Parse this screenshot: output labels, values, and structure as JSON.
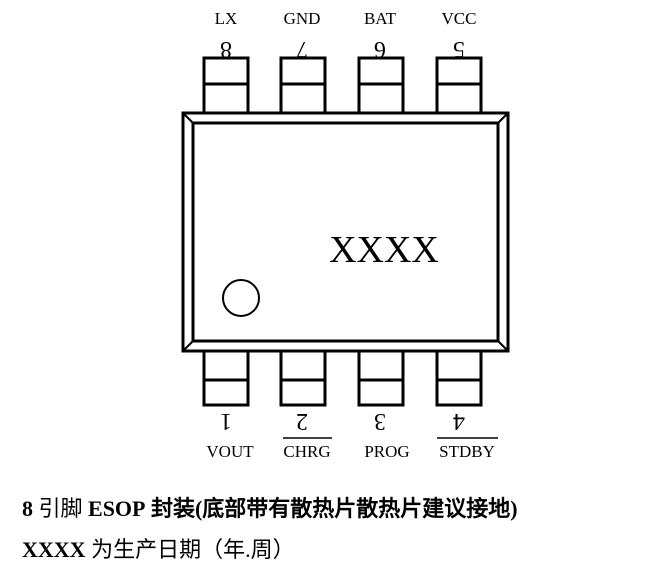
{
  "package": {
    "marking": "XXXX",
    "top_pins": [
      {
        "number": "8",
        "name": "LX"
      },
      {
        "number": "7",
        "name": "GND"
      },
      {
        "number": "6",
        "name": "BAT"
      },
      {
        "number": "5",
        "name": "VCC"
      }
    ],
    "bottom_pins": [
      {
        "number": "1",
        "name": "VOUT",
        "overline": false
      },
      {
        "number": "2",
        "name": "CHRG",
        "overline": true
      },
      {
        "number": "3",
        "name": "PROG",
        "overline": false
      },
      {
        "number": "4",
        "name": "STDBY",
        "overline": true
      }
    ]
  },
  "caption": {
    "line1": {
      "pin_count": "8",
      "pin_word": "引脚",
      "package_name": "ESOP",
      "rest": "封装(底部带有散热片散热片建议接地)"
    },
    "line2": {
      "marking": "XXXX",
      "rest": "为生产日期（年.周）"
    }
  }
}
